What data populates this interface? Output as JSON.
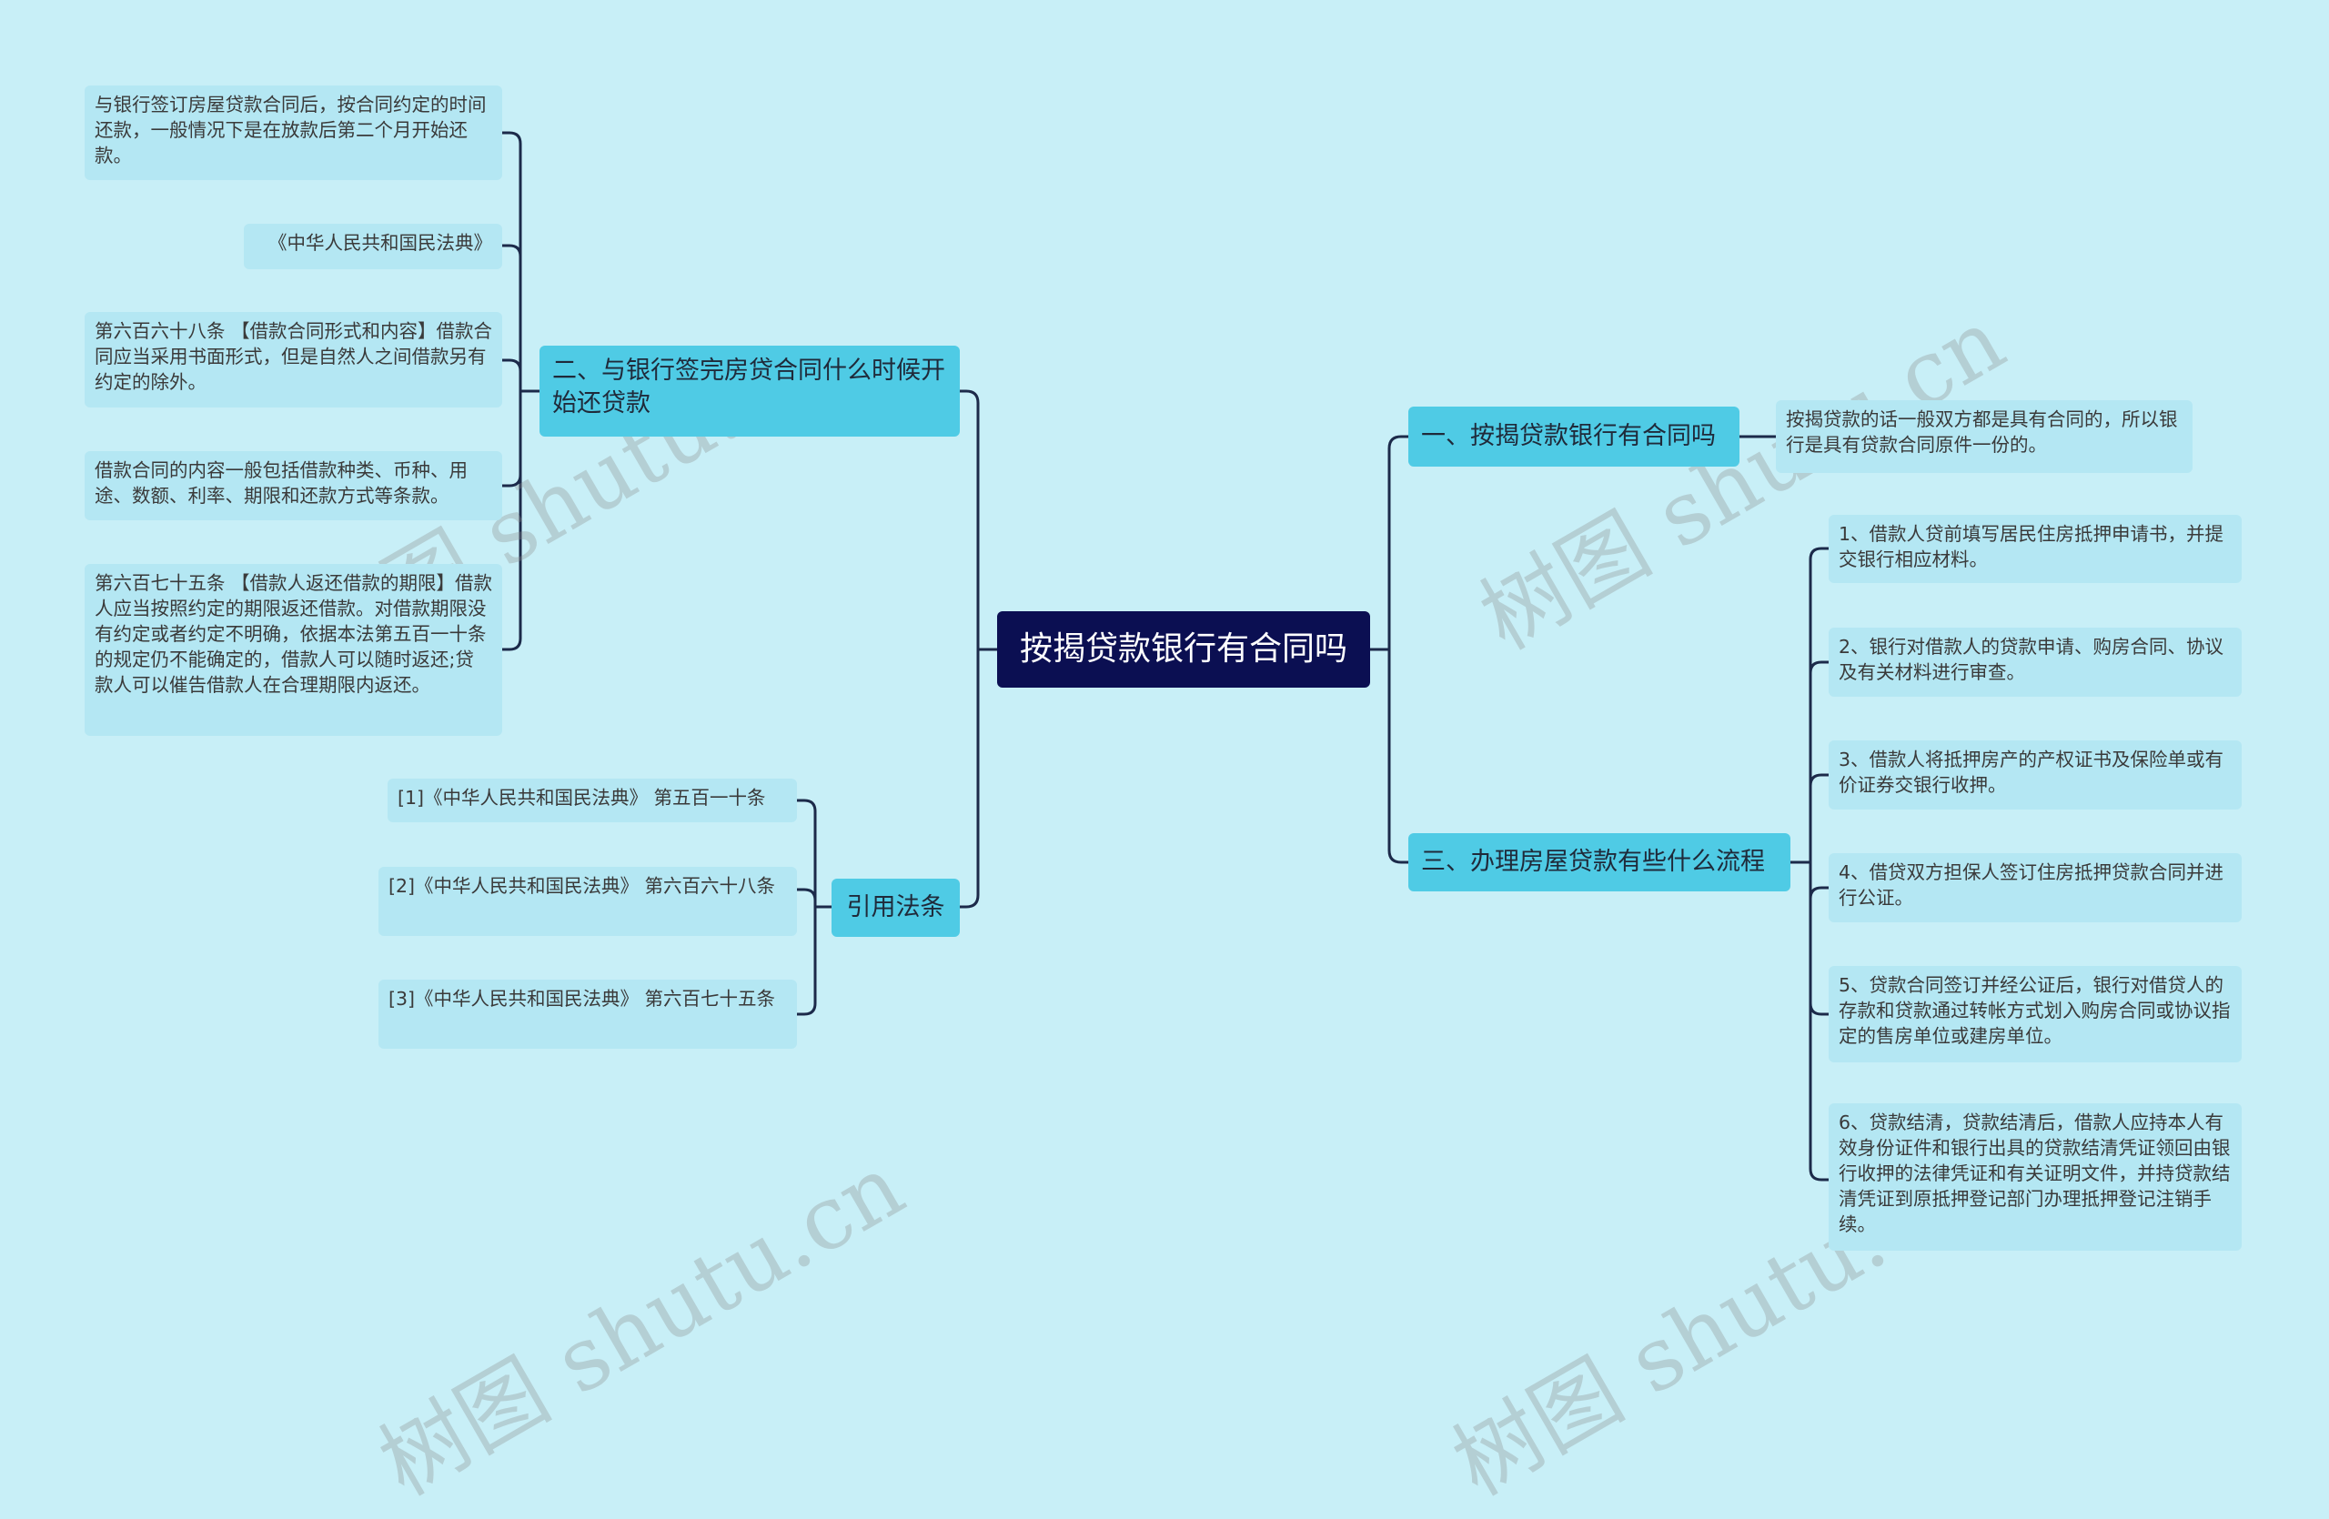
{
  "root": "按揭贷款银行有合同吗",
  "branches": {
    "b1": {
      "label": "一、按揭贷款银行有合同吗",
      "leaves": [
        "按揭贷款的话一般双方都是具有合同的，所以银行是具有贷款合同原件一份的。"
      ]
    },
    "b2": {
      "label": "二、与银行签完房贷合同什么时候开始还贷款",
      "leaves": [
        "与银行签订房屋贷款合同后，按合同约定的时间还款，一般情况下是在放款后第二个月开始还款。",
        "《中华人民共和国民法典》",
        "第六百六十八条 【借款合同形式和内容】借款合同应当采用书面形式，但是自然人之间借款另有约定的除外。",
        "借款合同的内容一般包括借款种类、币种、用途、数额、利率、期限和还款方式等条款。",
        "第六百七十五条 【借款人返还借款的期限】借款人应当按照约定的期限返还借款。对借款期限没有约定或者约定不明确，依据本法第五百一十条的规定仍不能确定的，借款人可以随时返还;贷款人可以催告借款人在合理期限内返还。"
      ]
    },
    "b3": {
      "label": "三、办理房屋贷款有些什么流程",
      "leaves": [
        "1、借款人贷前填写居民住房抵押申请书，并提交银行相应材料。",
        "2、银行对借款人的贷款申请、购房合同、协议及有关材料进行审查。",
        "3、借款人将抵押房产的产权证书及保险单或有价证券交银行收押。",
        "4、借贷双方担保人签订住房抵押贷款合同并进行公证。",
        "5、贷款合同签订并经公证后，银行对借贷人的存款和贷款通过转帐方式划入购房合同或协议指定的售房单位或建房单位。",
        "6、贷款结清，贷款结清后，借款人应持本人有效身份证件和银行出具的贷款结清凭证领回由银行收押的法律凭证和有关证明文件，并持贷款结清凭证到原抵押登记部门办理抵押登记注销手续。"
      ]
    },
    "b4": {
      "label": "引用法条",
      "leaves": [
        "[1]《中华人民共和国民法典》 第五百一十条",
        "[2]《中华人民共和国民法典》 第六百六十八条",
        "[3]《中华人民共和国民法典》 第六百七十五条"
      ]
    }
  },
  "watermark": "树图 shutu.cn",
  "colors": {
    "background": "#c8eff7",
    "root": "#0b0f52",
    "branch": "#4fcbe5",
    "leaf": "#b4e7f3",
    "connector": "#1c2a4a"
  }
}
